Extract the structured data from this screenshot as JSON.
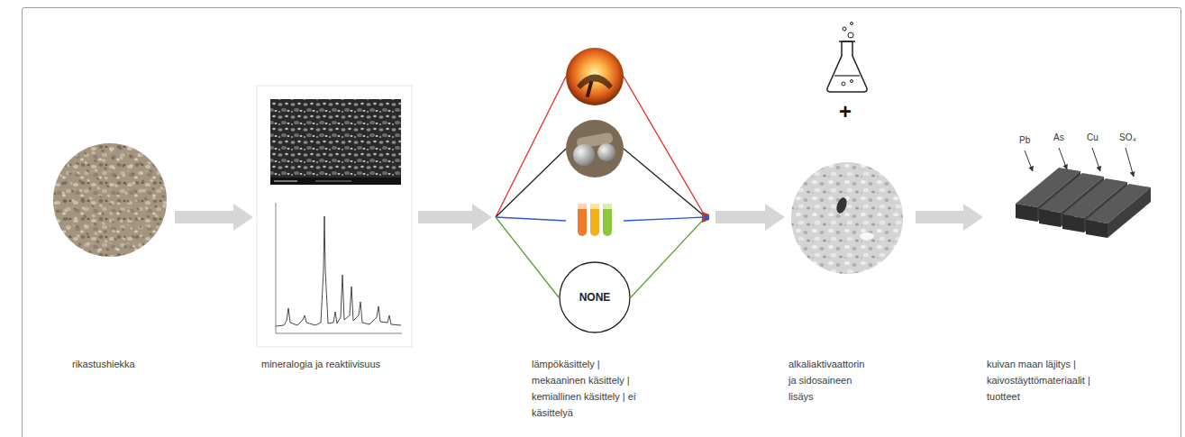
{
  "diagram": {
    "nodes": [
      {
        "text": [
          "rikastushiekka"
        ]
      },
      {
        "text": [
          "mineralogia ja reaktiivisuus"
        ]
      },
      {
        "text": [
          "lämpökäsittely | mekaaninen käsittely | kemiallinen käsittely | ei käsittelyä"
        ]
      },
      {
        "text": [
          "NONE"
        ],
        "in": 2
      },
      {
        "text": [
          "alkaliaktivaattorin ja sidosaineen lisäys"
        ]
      },
      {
        "text": [
          "kuivan maan läjitys | kaivostäyttömateriaalit | tuotteet"
        ]
      }
    ],
    "edges": [
      {
        "from": 0,
        "to": 1,
        "arrow": "to"
      },
      {
        "from": 1,
        "to": 2,
        "arrow": "to"
      },
      {
        "from": 2,
        "to": 4,
        "arrow": "to"
      },
      {
        "from": 4,
        "to": 5,
        "arrow": "to"
      }
    ],
    "labels": [
      "+",
      "Pb",
      "As",
      "Cu",
      "SO₄"
    ]
  }
}
